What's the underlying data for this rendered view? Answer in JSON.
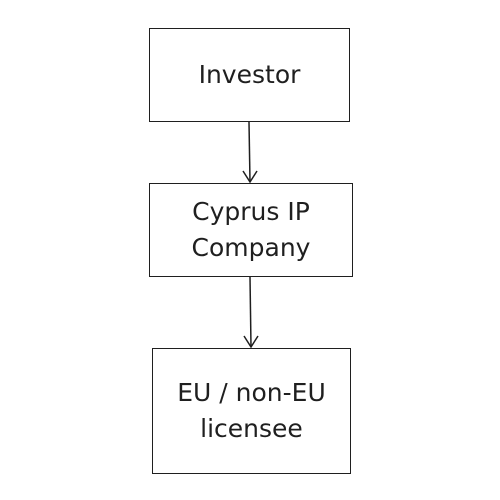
{
  "diagram": {
    "type": "flowchart",
    "direction": "top-to-bottom",
    "nodes": [
      {
        "id": "investor",
        "label": "Investor"
      },
      {
        "id": "cyprus",
        "label": "Cyprus IP\nCompany"
      },
      {
        "id": "licensee",
        "label": "EU / non-EU\nlicensee"
      }
    ],
    "edges": [
      {
        "from": "investor",
        "to": "cyprus"
      },
      {
        "from": "cyprus",
        "to": "licensee"
      }
    ],
    "colors": {
      "stroke": "#1f1f1f",
      "text": "#1f1f1f",
      "background": "#ffffff"
    }
  }
}
